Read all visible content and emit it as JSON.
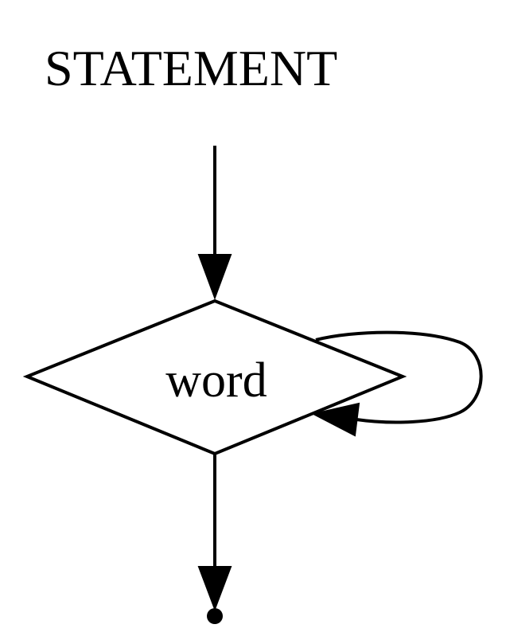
{
  "diagram": {
    "title": "STATEMENT",
    "nodes": [
      {
        "id": "word",
        "shape": "diamond",
        "label": "word"
      },
      {
        "id": "end",
        "shape": "dot",
        "label": ""
      }
    ],
    "edges": [
      {
        "from": "start",
        "to": "word"
      },
      {
        "from": "word",
        "to": "word",
        "kind": "self-loop"
      },
      {
        "from": "word",
        "to": "end"
      }
    ],
    "colors": {
      "stroke": "#000000",
      "fill": "#ffffff",
      "text": "#000000"
    }
  }
}
